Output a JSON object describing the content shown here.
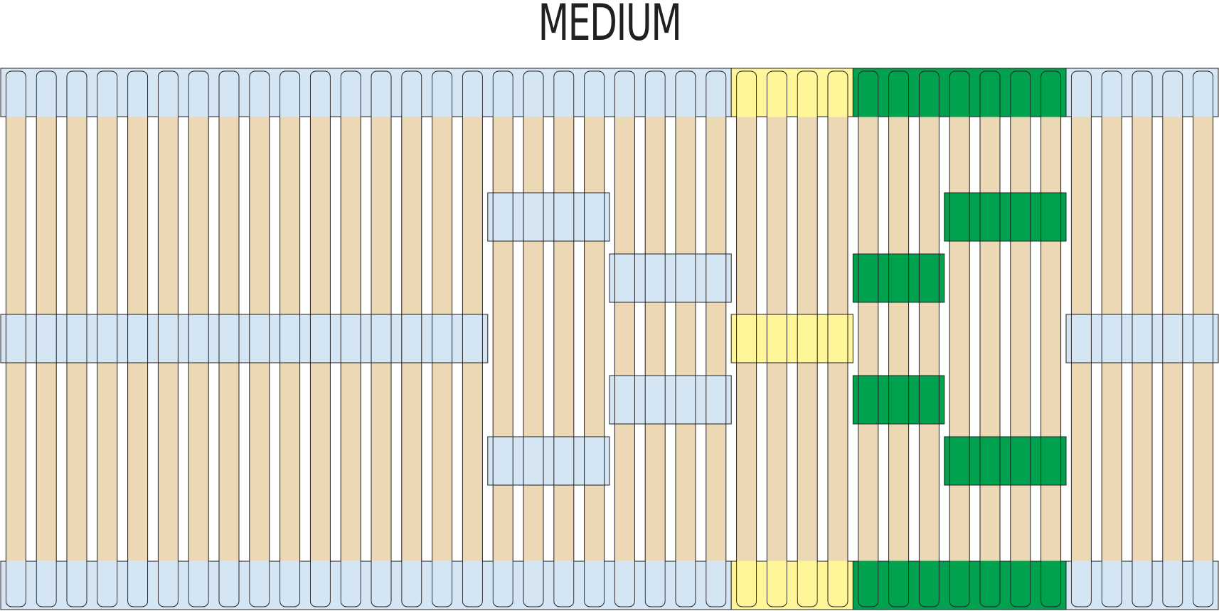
{
  "title": "MEDIUM",
  "slat_count": 40,
  "zone_colors": {
    "blue": "#d4e6f4",
    "yellow": "#fff699",
    "green": "#00a14f",
    "slat": "#ecd8b5",
    "outline": "#231f20"
  },
  "zones": [
    {
      "id": "zone-1",
      "color": "blue",
      "slats": [
        1,
        24
      ]
    },
    {
      "id": "zone-2",
      "color": "yellow",
      "slats": [
        25,
        28
      ]
    },
    {
      "id": "zone-3",
      "color": "green",
      "slats": [
        29,
        35
      ]
    },
    {
      "id": "zone-4",
      "color": "blue",
      "slats": [
        36,
        40
      ]
    }
  ],
  "support_blocks": [
    {
      "color": "blue",
      "slats": [
        1,
        16
      ],
      "row": 4
    },
    {
      "color": "blue",
      "slats": [
        17,
        20
      ],
      "row": 2
    },
    {
      "color": "blue",
      "slats": [
        17,
        20
      ],
      "row": 6
    },
    {
      "color": "blue",
      "slats": [
        21,
        24
      ],
      "row": 3
    },
    {
      "color": "blue",
      "slats": [
        21,
        24
      ],
      "row": 5
    },
    {
      "color": "yellow",
      "slats": [
        25,
        28
      ],
      "row": 4
    },
    {
      "color": "green",
      "slats": [
        29,
        31
      ],
      "row": 3
    },
    {
      "color": "green",
      "slats": [
        29,
        31
      ],
      "row": 5
    },
    {
      "color": "green",
      "slats": [
        32,
        35
      ],
      "row": 2
    },
    {
      "color": "green",
      "slats": [
        32,
        35
      ],
      "row": 6
    },
    {
      "color": "blue",
      "slats": [
        36,
        40
      ],
      "row": 4
    }
  ]
}
